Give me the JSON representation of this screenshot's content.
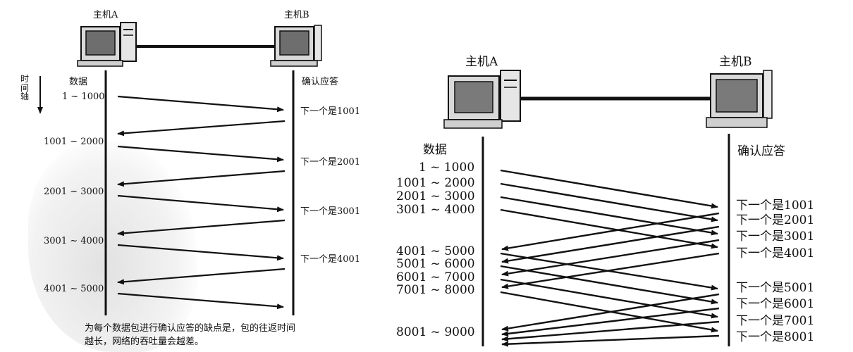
{
  "left": {
    "host_a": "主机A",
    "host_b": "主机B",
    "time_axis": [
      "时",
      "间",
      "轴"
    ],
    "data_header": "数据",
    "ack_header": "确认应答",
    "segments": [
      "1 ~ 1000",
      "1001 ~ 2000",
      "2001 ~ 3000",
      "3001 ~ 4000",
      "4001 ~ 5000"
    ],
    "acks": [
      "下一个是1001",
      "下一个是2001",
      "下一个是3001",
      "下一个是4001"
    ],
    "caption_line1": "为每个数据包进行确认应答的缺点是，包的往返时间",
    "caption_line2": "越长，网络的吞吐量会越差。"
  },
  "right": {
    "host_a": "主机A",
    "host_b": "主机B",
    "data_header": "数据",
    "ack_header": "确认应答",
    "segments": [
      "1 ~ 1000",
      "1001 ~ 2000",
      "2001 ~ 3000",
      "3001 ~ 4000",
      "4001 ~ 5000",
      "5001 ~ 6000",
      "6001 ~ 7000",
      "7001 ~ 8000",
      "8001 ~ 9000"
    ],
    "acks": [
      "下一个是1001",
      "下一个是2001",
      "下一个是3001",
      "下一个是4001",
      "下一个是5001",
      "下一个是6001",
      "下一个是7001",
      "下一个是8001"
    ]
  }
}
